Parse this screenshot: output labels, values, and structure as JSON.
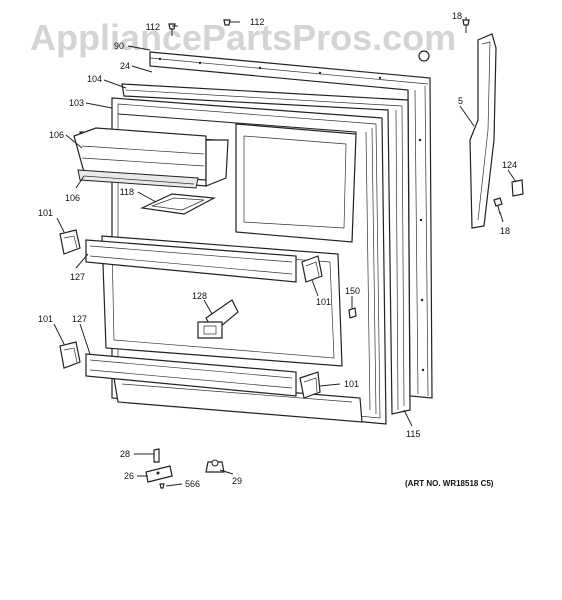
{
  "watermark": "AppliancePartsPros.com",
  "art_number": "(ART NO. WR18518 C5)",
  "callouts": {
    "c112a": "112",
    "c112b": "112",
    "c18a": "18",
    "c90": "90",
    "c24": "24",
    "c104": "104",
    "c103": "103",
    "c5": "5",
    "c106a": "106",
    "c106b": "106",
    "c118": "118",
    "c124": "124",
    "c18b": "18",
    "c101a": "101",
    "c127a": "127",
    "c101b": "101",
    "c150": "150",
    "c128": "128",
    "c101c": "101",
    "c127b": "127",
    "c101d": "101",
    "c115": "115",
    "c28": "28",
    "c26": "26",
    "c566": "566",
    "c29": "29"
  }
}
